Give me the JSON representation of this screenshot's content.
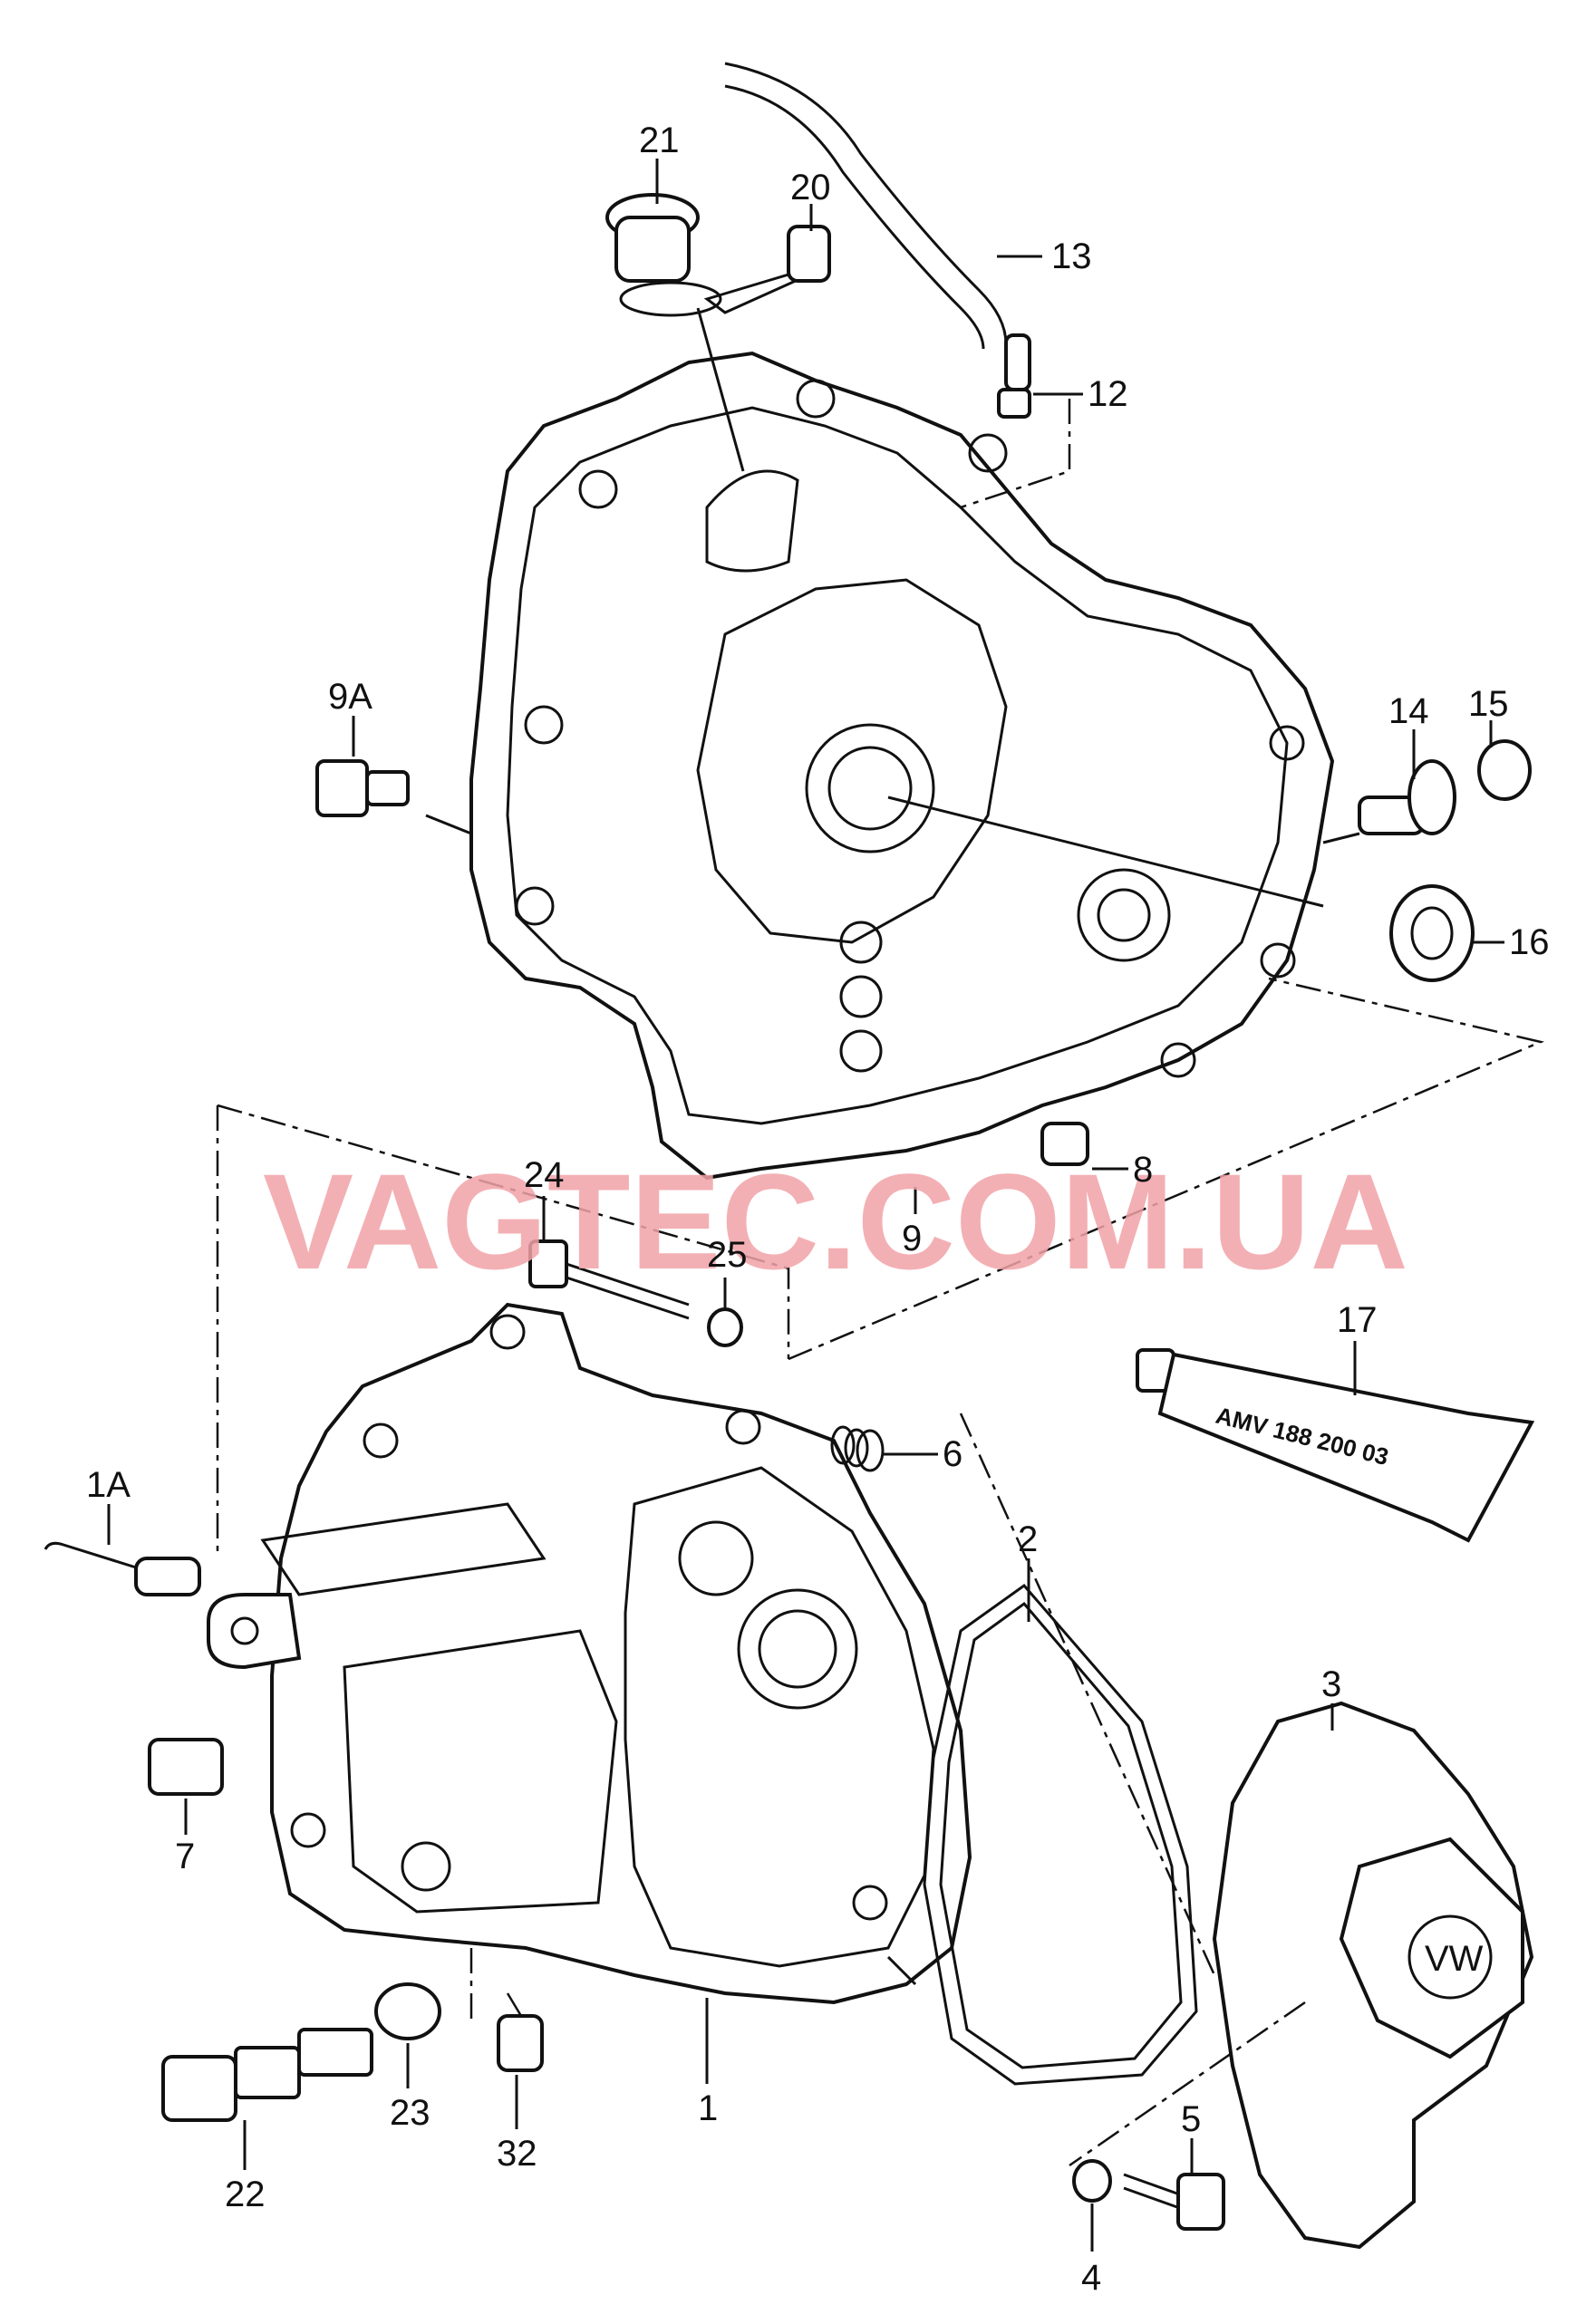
{
  "watermark": "VAGTEC.COM.UA",
  "tube_text": "AMV 188 200 03",
  "labels": {
    "l21": "21",
    "l20": "20",
    "l13": "13",
    "l12": "12",
    "l9A": "9A",
    "l14": "14",
    "l15": "15",
    "l16": "16",
    "l24": "24",
    "l25": "25",
    "l8": "8",
    "l9": "9",
    "l17": "17",
    "l6": "6",
    "l1A": "1A",
    "l2": "2",
    "l3": "3",
    "l7": "7",
    "l23": "23",
    "l1": "1",
    "l22": "22",
    "l32": "32",
    "l5": "5",
    "l4": "4"
  }
}
